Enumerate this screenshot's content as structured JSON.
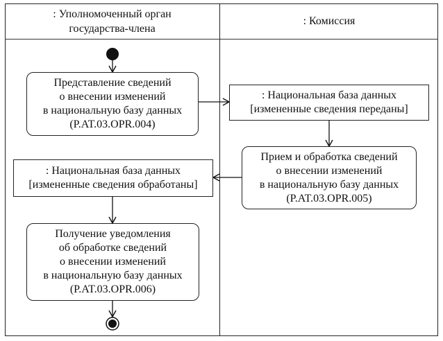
{
  "diagram": {
    "type": "uml-activity-swimlane",
    "lanes": [
      {
        "id": "member-state",
        "title": ": Уполномоченный орган\nгосударства-члена"
      },
      {
        "id": "commission",
        "title": ": Комиссия"
      }
    ],
    "nodes": {
      "initial": {
        "kind": "initial-node",
        "lane": "member-state"
      },
      "action_004": {
        "kind": "action",
        "lane": "member-state",
        "label": "Представление сведений\nо внесении изменений\nв национальную базу данных\n(P.AT.03.OPR.004)"
      },
      "object_transferred": {
        "kind": "object",
        "lane": "commission",
        "label": ": Национальная база данных\n[измененные сведения переданы]"
      },
      "action_005": {
        "kind": "action",
        "lane": "commission",
        "label": "Прием и обработка сведений\nо внесении изменений\nв национальную базу данных\n(P.AT.03.OPR.005)"
      },
      "object_processed": {
        "kind": "object",
        "lane": "member-state",
        "label": ": Национальная база данных\n[измененные сведения обработаны]"
      },
      "action_006": {
        "kind": "action",
        "lane": "member-state",
        "label": "Получение уведомления\nоб обработке сведений\nо внесении изменений\nв национальную базу данных\n(P.AT.03.OPR.006)"
      },
      "final": {
        "kind": "final-node",
        "lane": "member-state"
      }
    },
    "edges": [
      {
        "from": "initial",
        "to": "action_004"
      },
      {
        "from": "action_004",
        "to": "object_transferred"
      },
      {
        "from": "object_transferred",
        "to": "action_005"
      },
      {
        "from": "action_005",
        "to": "object_processed"
      },
      {
        "from": "object_processed",
        "to": "action_006"
      },
      {
        "from": "action_006",
        "to": "final"
      }
    ]
  }
}
